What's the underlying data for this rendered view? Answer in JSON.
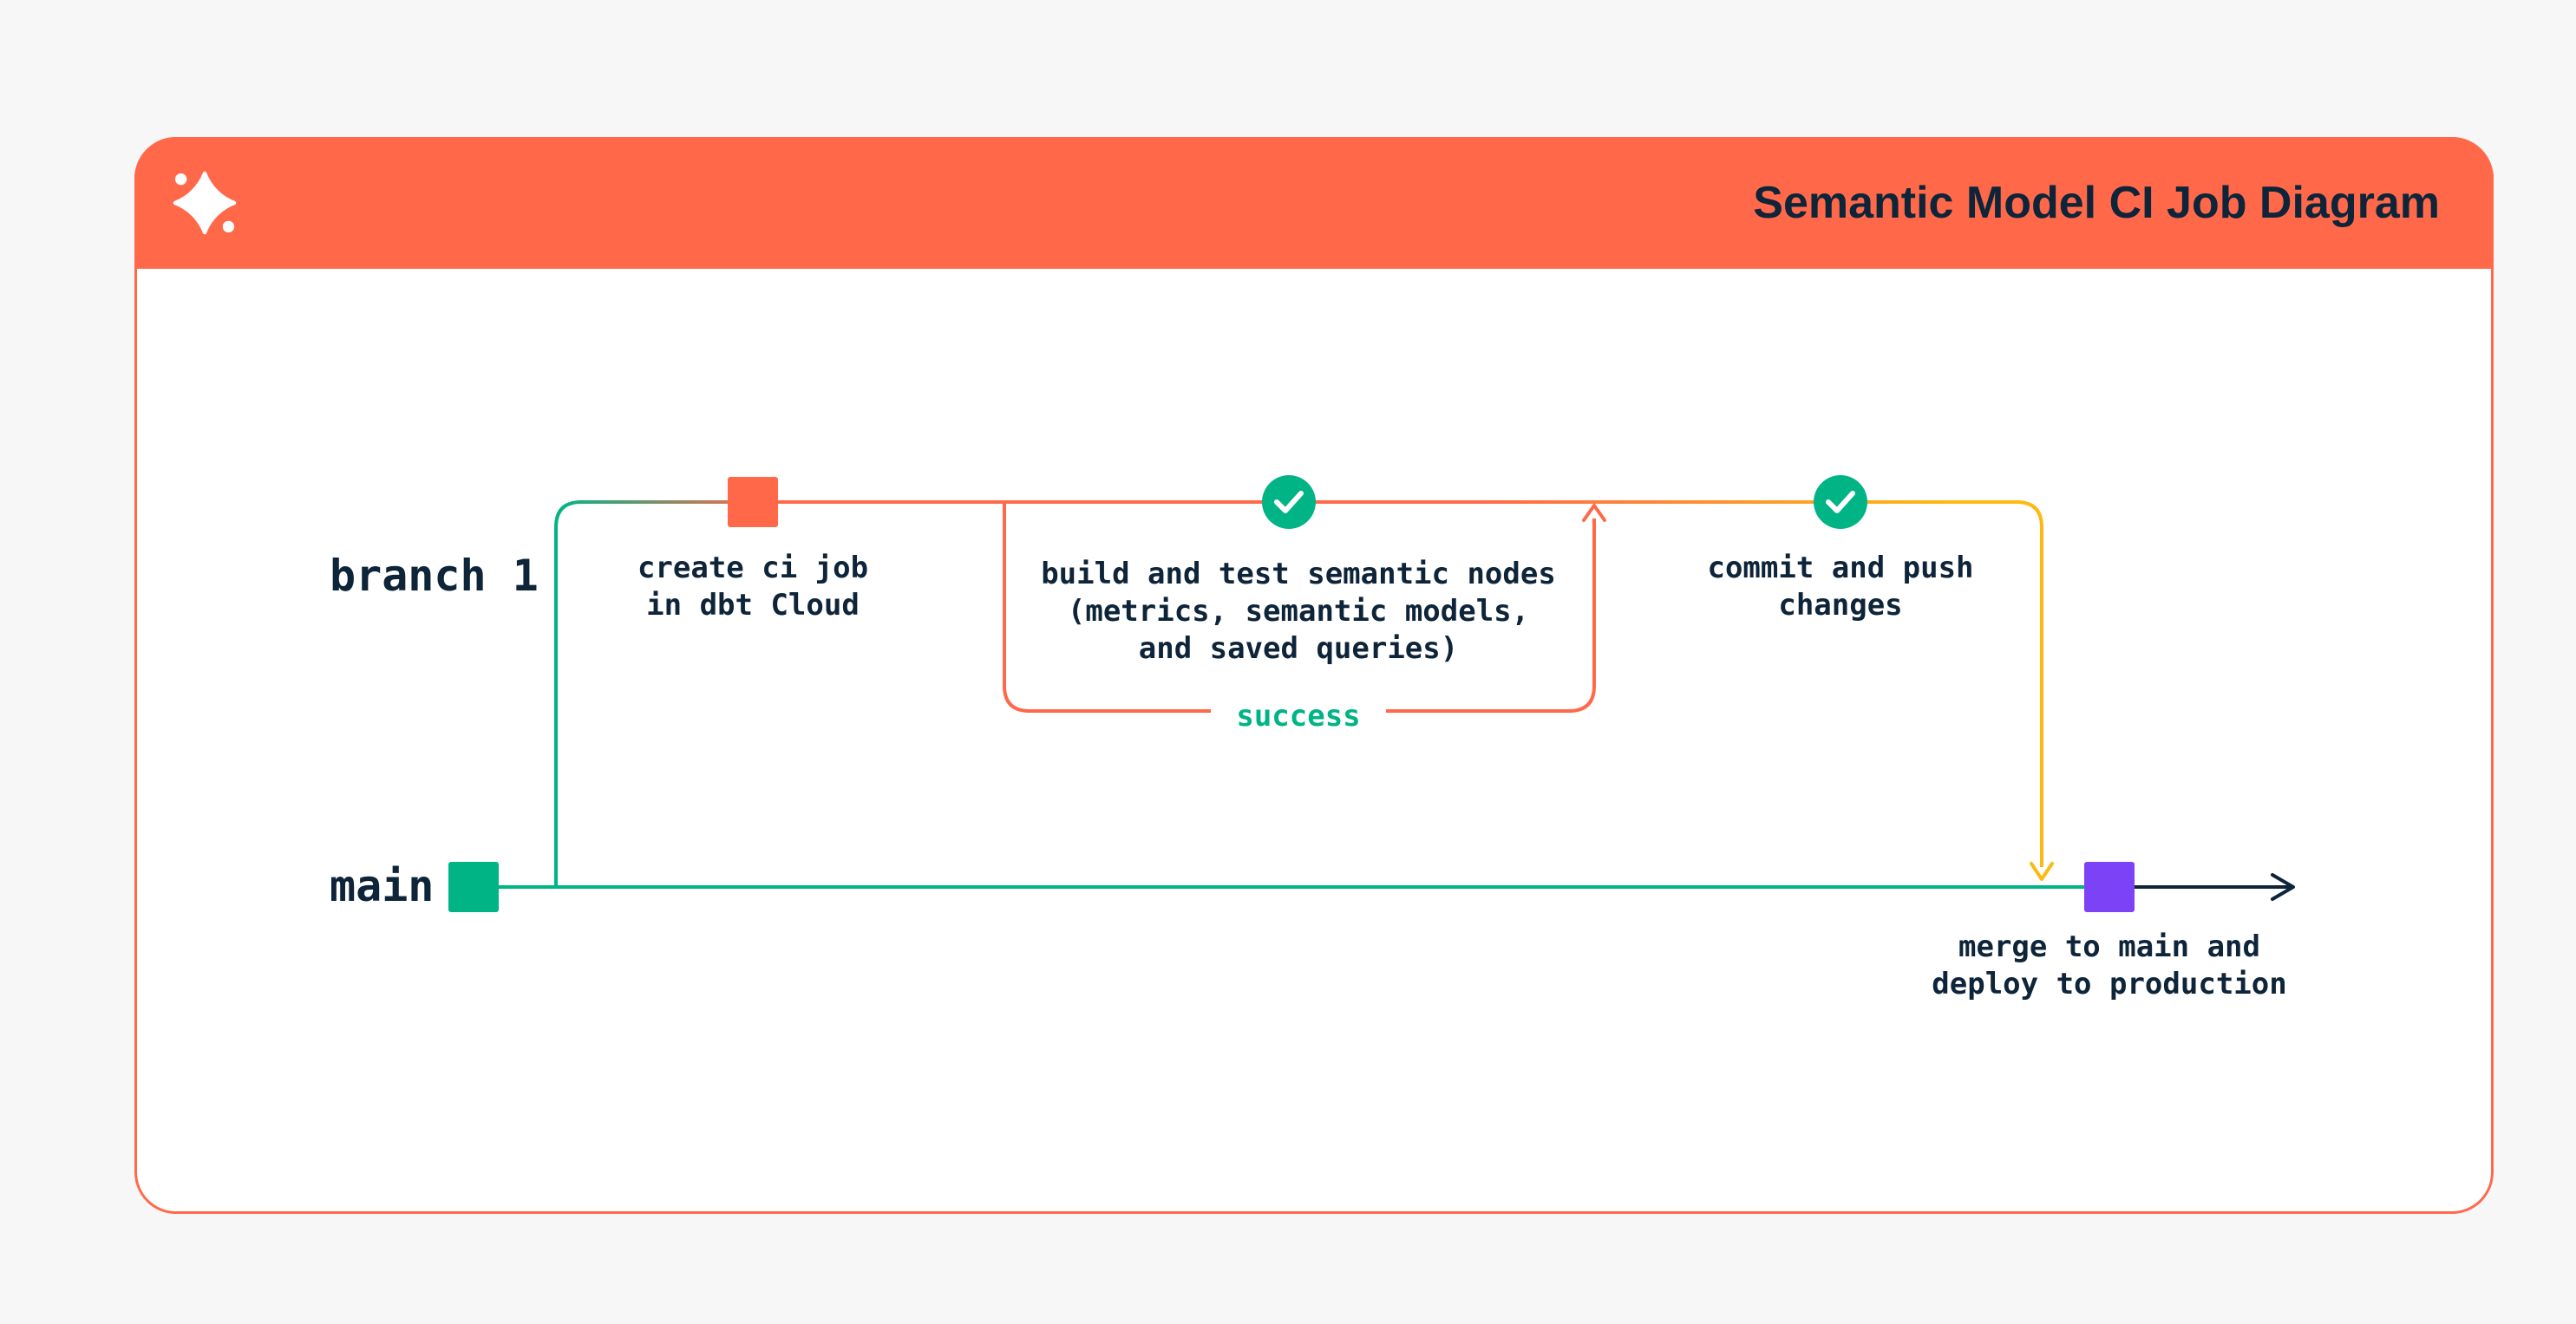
{
  "header": {
    "title": "Semantic Model CI Job Diagram",
    "logo": "dbt-logo"
  },
  "lanes": {
    "branch": "branch 1",
    "main": "main"
  },
  "nodes": {
    "create_ci": {
      "marker": "orange-square",
      "lines": [
        "create ci job",
        "in dbt Cloud"
      ]
    },
    "build_test": {
      "marker": "check-circle",
      "lines": [
        "build and test semantic nodes",
        "(metrics, semantic models,",
        "and saved queries)"
      ]
    },
    "commit_push": {
      "marker": "check-circle",
      "lines": [
        "commit and push",
        "changes"
      ]
    },
    "merge": {
      "marker": "purple-square",
      "lines": [
        "merge to main and",
        "deploy to production"
      ]
    }
  },
  "loop": {
    "label": "success"
  },
  "colors": {
    "page_bg": "#f7f7f7",
    "header_bg": "#ff694a",
    "orange": "#ff694a",
    "green": "#00b486",
    "yellow": "#fdb913",
    "purple": "#7b42f6",
    "text_dark": "#0e2439",
    "white": "#ffffff"
  }
}
